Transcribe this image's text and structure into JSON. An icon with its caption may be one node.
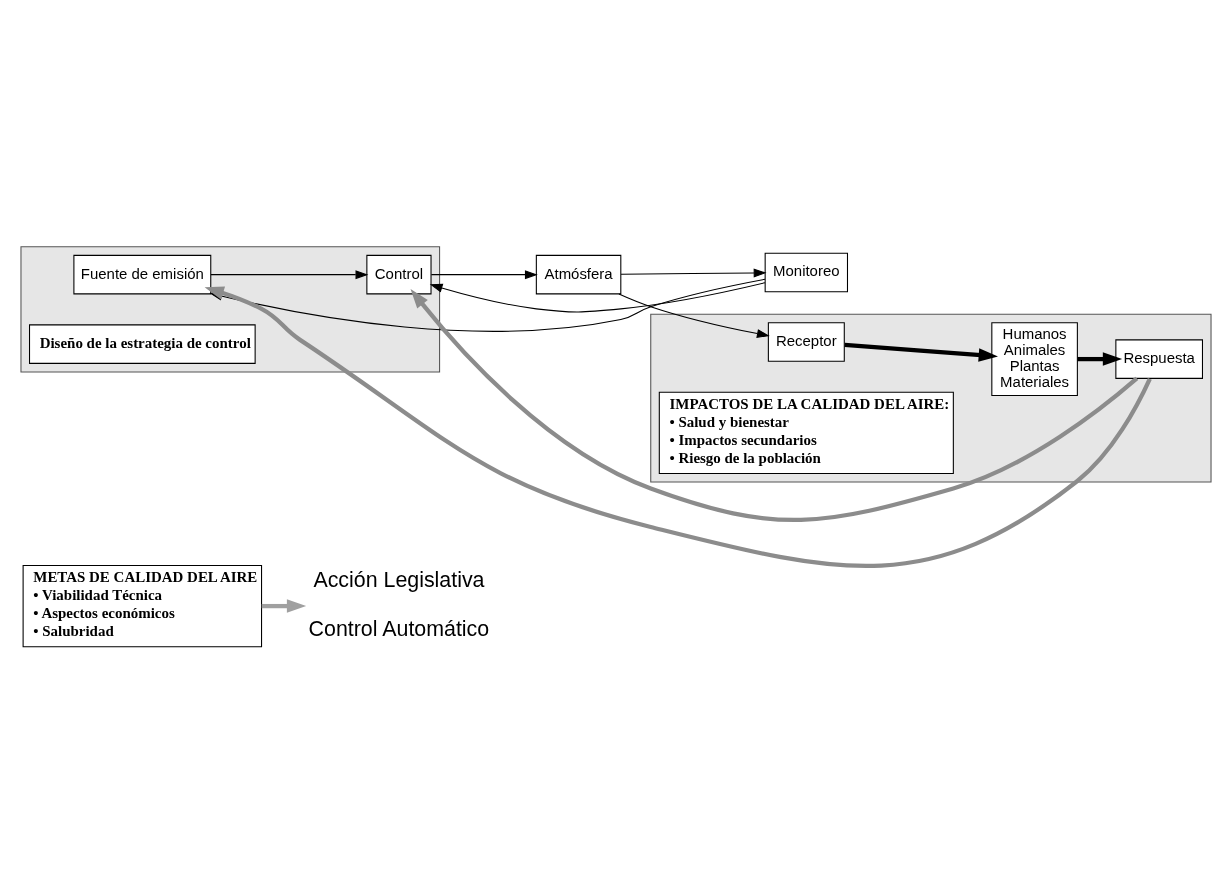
{
  "diagram": {
    "nodes": [
      {
        "text": [
          "METAS DE CALIDAD DEL AIRE",
          "• Viabilidad Técnica",
          "• Aspectos económicos",
          "• Salubridad"
        ]
      },
      {
        "text": [
          "Acción Legislativa",
          "Control Automático"
        ]
      },
      {
        "text": [],
        "shape": "box"
      },
      {
        "text": [
          "Fuente de emisión"
        ],
        "in": 2
      },
      {
        "text": [
          "Control"
        ],
        "in": 2
      },
      {
        "text": [
          "Diseño de la estrategia de control"
        ],
        "in": 2
      },
      {
        "text": [
          "Atmósfera"
        ]
      },
      {
        "text": [
          "Monitoreo"
        ]
      },
      {
        "text": [],
        "shape": "box"
      },
      {
        "text": [
          "Receptor"
        ],
        "in": 8
      },
      {
        "text": [
          "Humanos",
          "Animales",
          "Plantas",
          "Materiales"
        ],
        "in": 8
      },
      {
        "text": [
          "Respuesta"
        ],
        "in": 8
      },
      {
        "text": [
          "IMPACTOS DE LA CALIDAD DEL AIRE:",
          "• Salud y bienestar",
          "• Impactos secundarios",
          "• Riesgo de la población"
        ],
        "in": 8
      }
    ],
    "edges": [
      {
        "from": 0,
        "to": 1,
        "arrow": "to",
        "style": "thick",
        "color": "#a0a0a0"
      },
      {
        "from": 3,
        "to": 4,
        "arrow": "to"
      },
      {
        "from": 4,
        "to": 6,
        "arrow": "to"
      },
      {
        "from": 6,
        "to": 7,
        "arrow": "to"
      },
      {
        "from": 6,
        "to": 9,
        "arrow": "to"
      },
      {
        "from": 9,
        "to": 10,
        "arrow": "to",
        "style": "thick"
      },
      {
        "from": 10,
        "to": 11,
        "arrow": "to",
        "style": "thick"
      },
      {
        "from": 7,
        "to": 3,
        "arrow": "to"
      },
      {
        "from": 7,
        "to": 4,
        "arrow": "to"
      },
      {
        "from": 11,
        "to": 3,
        "arrow": "to",
        "style": "thick",
        "color": "#8c8c8c"
      },
      {
        "from": 11,
        "to": 4,
        "arrow": "to",
        "style": "thick",
        "color": "#8c8c8c"
      }
    ]
  }
}
